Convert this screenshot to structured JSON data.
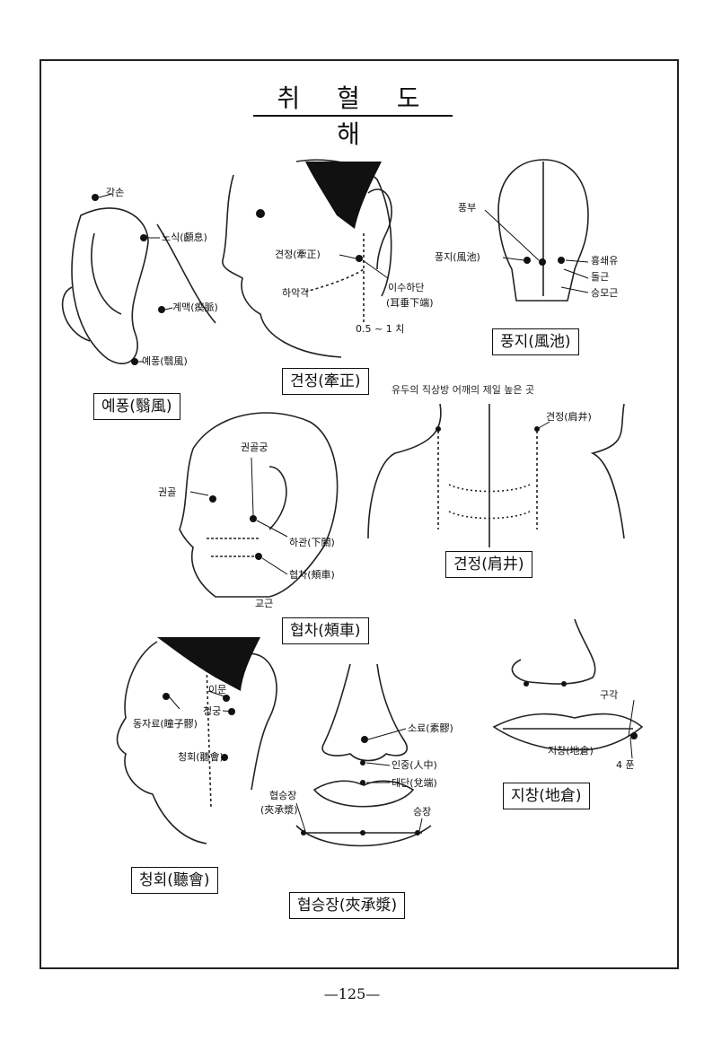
{
  "page": {
    "title": "취 혈 도 해",
    "page_number": "—125—"
  },
  "panels": {
    "yepung": {
      "caption": "예퐁(翳風)",
      "labels": [
        "각손",
        "노식(顱息)",
        "계맥(瘈脈)",
        "예풍(翳風)"
      ]
    },
    "gyeonjeong_face": {
      "caption": "견정(牽正)",
      "labels": [
        "견정(牽正)",
        "하악각",
        "이수하단",
        "(耳垂下端)",
        "0.5 ~ 1 치"
      ]
    },
    "pungji": {
      "caption": "풍지(風池)",
      "labels": [
        "풍부",
        "풍지(風池)",
        "흉쇄유",
        "돌근",
        "승모근"
      ]
    },
    "gyeonjeong_shoulder": {
      "caption": "견정(肩井)",
      "note": "유두의 직상방 어깨의 제일 높은 곳",
      "labels": [
        "견정(肩井)"
      ]
    },
    "hyeopcha": {
      "caption": "협차(頰車)",
      "labels": [
        "권골궁",
        "권골",
        "하관(下關)",
        "협차(頰車)",
        "교근"
      ]
    },
    "cheonghoe": {
      "caption": "청회(聽會)",
      "labels": [
        "이문",
        "청궁",
        "동자료(瞳子髎)",
        "청회(聽會)"
      ]
    },
    "hyeopseungjang": {
      "caption": "협승장(夾承漿)",
      "labels": [
        "소료(素髎)",
        "인중(人中)",
        "태단(兌端)",
        "협승장",
        "(夾承漿)",
        "승장"
      ]
    },
    "jichang": {
      "caption": "지창(地倉)",
      "labels": [
        "구각",
        "지창(地倉)",
        "4 푼"
      ]
    }
  }
}
